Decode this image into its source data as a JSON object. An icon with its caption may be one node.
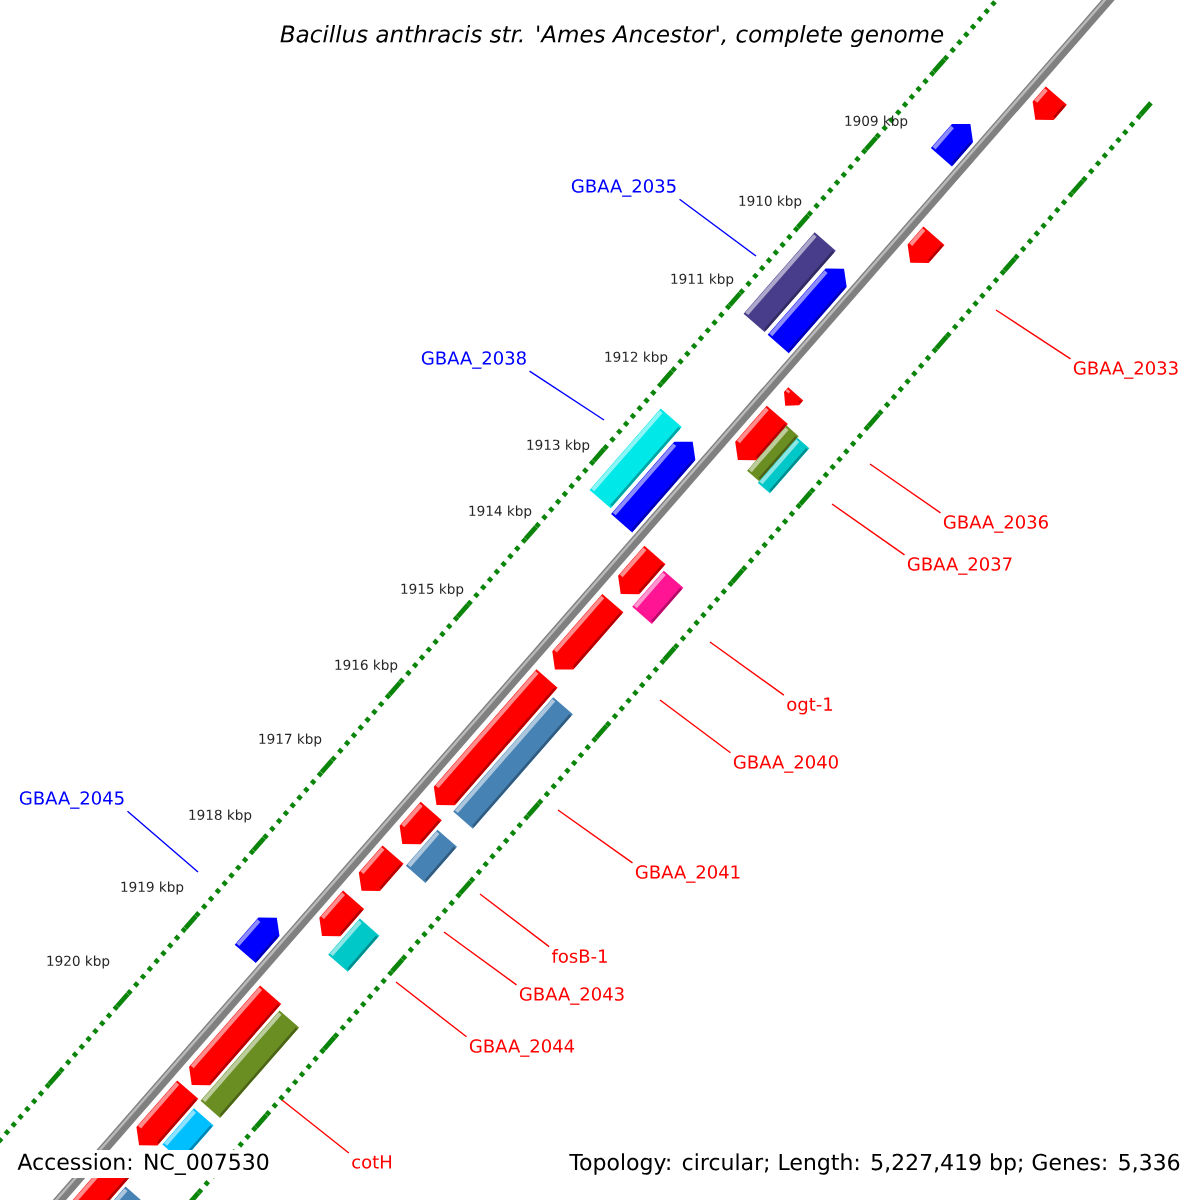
{
  "diagram": {
    "title": "Bacillus anthracis str. 'Ames Ancestor', complete genome",
    "nodes": [
      {
        "text": [
          "GBAA_2035"
        ]
      },
      {
        "text": [
          "GBAA_2038"
        ]
      },
      {
        "text": [
          "GBAA_2033"
        ]
      },
      {
        "text": [
          "GBAA_2036"
        ]
      },
      {
        "text": [
          "GBAA_2037"
        ]
      },
      {
        "text": [
          "ogt-1"
        ]
      },
      {
        "text": [
          "GBAA_2040"
        ]
      },
      {
        "text": [
          "GBAA_2045"
        ]
      },
      {
        "text": [
          "GBAA_2041"
        ]
      },
      {
        "text": [
          "fosB-1"
        ]
      },
      {
        "text": [
          "GBAA_2043"
        ]
      },
      {
        "text": [
          "GBAA_2044"
        ]
      },
      {
        "text": [
          "cotH"
        ]
      }
    ],
    "edges": [
      {
        "from": 0,
        "to": null,
        "arrow": "none",
        "color": "#0000ff"
      },
      {
        "from": 1,
        "to": null,
        "arrow": "none",
        "color": "#0000ff"
      },
      {
        "from": 2,
        "to": null,
        "arrow": "none"
      },
      {
        "from": 3,
        "to": null,
        "arrow": "none"
      },
      {
        "from": 4,
        "to": null,
        "arrow": "none"
      },
      {
        "from": 5,
        "to": null,
        "arrow": "none"
      },
      {
        "from": 6,
        "to": null,
        "arrow": "none"
      },
      {
        "from": 7,
        "to": null,
        "arrow": "none",
        "color": "#0000ff"
      },
      {
        "from": 8,
        "to": null,
        "arrow": "none"
      },
      {
        "from": 9,
        "to": null,
        "arrow": "none"
      },
      {
        "from": 10,
        "to": null,
        "arrow": "none"
      },
      {
        "from": 11,
        "to": null,
        "arrow": "none"
      },
      {
        "from": 12,
        "to": null,
        "arrow": "none"
      }
    ],
    "labels": [
      "1909 kbp",
      "1910 kbp",
      "1911 kbp",
      "1912 kbp",
      "1913 kbp",
      "1914 kbp",
      "1915 kbp",
      "1916 kbp",
      "1917 kbp",
      "1918 kbp",
      "1919 kbp",
      "1920 kbp",
      "Accession: NC_007530",
      "Topology: circular; Length: 5,227,419 bp; Genes: 5,336"
    ]
  }
}
